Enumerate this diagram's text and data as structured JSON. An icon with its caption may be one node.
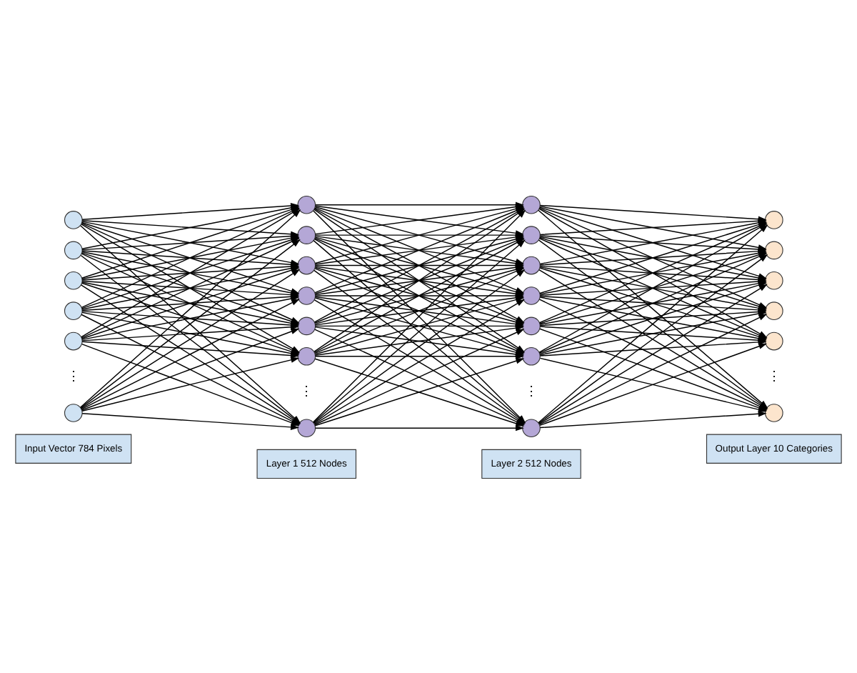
{
  "diagram": {
    "nodes": [
      {
        "text": [],
        "shape": "circle"
      },
      {
        "text": [],
        "shape": "circle"
      },
      {
        "text": [],
        "shape": "circle"
      },
      {
        "text": [],
        "shape": "circle"
      },
      {
        "text": [],
        "shape": "circle"
      },
      {
        "text": [],
        "shape": "circle"
      },
      {
        "text": [],
        "shape": "circle"
      },
      {
        "text": [],
        "shape": "circle"
      },
      {
        "text": [],
        "shape": "circle"
      },
      {
        "text": [],
        "shape": "circle"
      },
      {
        "text": [],
        "shape": "circle"
      },
      {
        "text": [],
        "shape": "circle"
      },
      {
        "text": [],
        "shape": "circle"
      },
      {
        "text": [],
        "shape": "circle"
      },
      {
        "text": [],
        "shape": "circle"
      },
      {
        "text": [],
        "shape": "circle"
      },
      {
        "text": [],
        "shape": "circle"
      },
      {
        "text": [],
        "shape": "circle"
      },
      {
        "text": [],
        "shape": "circle"
      },
      {
        "text": [],
        "shape": "circle"
      },
      {
        "text": [],
        "shape": "circle"
      },
      {
        "text": [],
        "shape": "circle"
      },
      {
        "text": [],
        "shape": "circle"
      },
      {
        "text": [],
        "shape": "circle"
      },
      {
        "text": [],
        "shape": "circle"
      },
      {
        "text": [],
        "shape": "circle"
      },
      {
        "text": [
          "Input Vector 784 Pixels"
        ]
      },
      {
        "text": [
          "Layer 1 512 Nodes"
        ]
      },
      {
        "text": [
          "Layer 2 512 Nodes"
        ]
      },
      {
        "text": [
          "Output Layer 10 Categories"
        ]
      }
    ],
    "edges": [
      {
        "from": 0,
        "to": 6,
        "arrow": "to"
      },
      {
        "from": 0,
        "to": 7,
        "arrow": "to"
      },
      {
        "from": 0,
        "to": 8,
        "arrow": "to"
      },
      {
        "from": 0,
        "to": 9,
        "arrow": "to"
      },
      {
        "from": 0,
        "to": 10,
        "arrow": "to"
      },
      {
        "from": 0,
        "to": 11,
        "arrow": "to"
      },
      {
        "from": 0,
        "to": 12,
        "arrow": "to"
      },
      {
        "from": 1,
        "to": 6,
        "arrow": "to"
      },
      {
        "from": 1,
        "to": 7,
        "arrow": "to"
      },
      {
        "from": 1,
        "to": 8,
        "arrow": "to"
      },
      {
        "from": 1,
        "to": 9,
        "arrow": "to"
      },
      {
        "from": 1,
        "to": 10,
        "arrow": "to"
      },
      {
        "from": 1,
        "to": 11,
        "arrow": "to"
      },
      {
        "from": 1,
        "to": 12,
        "arrow": "to"
      },
      {
        "from": 2,
        "to": 6,
        "arrow": "to"
      },
      {
        "from": 2,
        "to": 7,
        "arrow": "to"
      },
      {
        "from": 2,
        "to": 8,
        "arrow": "to"
      },
      {
        "from": 2,
        "to": 9,
        "arrow": "to"
      },
      {
        "from": 2,
        "to": 10,
        "arrow": "to"
      },
      {
        "from": 2,
        "to": 11,
        "arrow": "to"
      },
      {
        "from": 2,
        "to": 12,
        "arrow": "to"
      },
      {
        "from": 3,
        "to": 6,
        "arrow": "to"
      },
      {
        "from": 3,
        "to": 7,
        "arrow": "to"
      },
      {
        "from": 3,
        "to": 8,
        "arrow": "to"
      },
      {
        "from": 3,
        "to": 9,
        "arrow": "to"
      },
      {
        "from": 3,
        "to": 10,
        "arrow": "to"
      },
      {
        "from": 3,
        "to": 11,
        "arrow": "to"
      },
      {
        "from": 3,
        "to": 12,
        "arrow": "to"
      },
      {
        "from": 4,
        "to": 6,
        "arrow": "to"
      },
      {
        "from": 4,
        "to": 7,
        "arrow": "to"
      },
      {
        "from": 4,
        "to": 8,
        "arrow": "to"
      },
      {
        "from": 4,
        "to": 9,
        "arrow": "to"
      },
      {
        "from": 4,
        "to": 10,
        "arrow": "to"
      },
      {
        "from": 4,
        "to": 11,
        "arrow": "to"
      },
      {
        "from": 4,
        "to": 12,
        "arrow": "to"
      },
      {
        "from": 5,
        "to": 6,
        "arrow": "to"
      },
      {
        "from": 5,
        "to": 7,
        "arrow": "to"
      },
      {
        "from": 5,
        "to": 8,
        "arrow": "to"
      },
      {
        "from": 5,
        "to": 9,
        "arrow": "to"
      },
      {
        "from": 5,
        "to": 10,
        "arrow": "to"
      },
      {
        "from": 5,
        "to": 11,
        "arrow": "to"
      },
      {
        "from": 5,
        "to": 12,
        "arrow": "to"
      },
      {
        "from": 6,
        "to": 13,
        "arrow": "to"
      },
      {
        "from": 6,
        "to": 14,
        "arrow": "to"
      },
      {
        "from": 6,
        "to": 15,
        "arrow": "to"
      },
      {
        "from": 6,
        "to": 16,
        "arrow": "to"
      },
      {
        "from": 6,
        "to": 17,
        "arrow": "to"
      },
      {
        "from": 6,
        "to": 18,
        "arrow": "to"
      },
      {
        "from": 6,
        "to": 19,
        "arrow": "to"
      },
      {
        "from": 7,
        "to": 13,
        "arrow": "to"
      },
      {
        "from": 7,
        "to": 14,
        "arrow": "to"
      },
      {
        "from": 7,
        "to": 15,
        "arrow": "to"
      },
      {
        "from": 7,
        "to": 16,
        "arrow": "to"
      },
      {
        "from": 7,
        "to": 17,
        "arrow": "to"
      },
      {
        "from": 7,
        "to": 18,
        "arrow": "to"
      },
      {
        "from": 7,
        "to": 19,
        "arrow": "to"
      },
      {
        "from": 8,
        "to": 13,
        "arrow": "to"
      },
      {
        "from": 8,
        "to": 14,
        "arrow": "to"
      },
      {
        "from": 8,
        "to": 15,
        "arrow": "to"
      },
      {
        "from": 8,
        "to": 16,
        "arrow": "to"
      },
      {
        "from": 8,
        "to": 17,
        "arrow": "to"
      },
      {
        "from": 8,
        "to": 18,
        "arrow": "to"
      },
      {
        "from": 8,
        "to": 19,
        "arrow": "to"
      },
      {
        "from": 9,
        "to": 13,
        "arrow": "to"
      },
      {
        "from": 9,
        "to": 14,
        "arrow": "to"
      },
      {
        "from": 9,
        "to": 15,
        "arrow": "to"
      },
      {
        "from": 9,
        "to": 16,
        "arrow": "to"
      },
      {
        "from": 9,
        "to": 17,
        "arrow": "to"
      },
      {
        "from": 9,
        "to": 18,
        "arrow": "to"
      },
      {
        "from": 9,
        "to": 19,
        "arrow": "to"
      },
      {
        "from": 10,
        "to": 13,
        "arrow": "to"
      },
      {
        "from": 10,
        "to": 14,
        "arrow": "to"
      },
      {
        "from": 10,
        "to": 15,
        "arrow": "to"
      },
      {
        "from": 10,
        "to": 16,
        "arrow": "to"
      },
      {
        "from": 10,
        "to": 17,
        "arrow": "to"
      },
      {
        "from": 10,
        "to": 18,
        "arrow": "to"
      },
      {
        "from": 10,
        "to": 19,
        "arrow": "to"
      },
      {
        "from": 11,
        "to": 13,
        "arrow": "to"
      },
      {
        "from": 11,
        "to": 14,
        "arrow": "to"
      },
      {
        "from": 11,
        "to": 15,
        "arrow": "to"
      },
      {
        "from": 11,
        "to": 16,
        "arrow": "to"
      },
      {
        "from": 11,
        "to": 17,
        "arrow": "to"
      },
      {
        "from": 11,
        "to": 18,
        "arrow": "to"
      },
      {
        "from": 11,
        "to": 19,
        "arrow": "to"
      },
      {
        "from": 12,
        "to": 13,
        "arrow": "to"
      },
      {
        "from": 12,
        "to": 14,
        "arrow": "to"
      },
      {
        "from": 12,
        "to": 15,
        "arrow": "to"
      },
      {
        "from": 12,
        "to": 16,
        "arrow": "to"
      },
      {
        "from": 12,
        "to": 17,
        "arrow": "to"
      },
      {
        "from": 12,
        "to": 18,
        "arrow": "to"
      },
      {
        "from": 12,
        "to": 19,
        "arrow": "to"
      },
      {
        "from": 13,
        "to": 20,
        "arrow": "to"
      },
      {
        "from": 13,
        "to": 21,
        "arrow": "to"
      },
      {
        "from": 13,
        "to": 22,
        "arrow": "to"
      },
      {
        "from": 13,
        "to": 23,
        "arrow": "to"
      },
      {
        "from": 13,
        "to": 24,
        "arrow": "to"
      },
      {
        "from": 13,
        "to": 25,
        "arrow": "to"
      },
      {
        "from": 14,
        "to": 20,
        "arrow": "to"
      },
      {
        "from": 14,
        "to": 21,
        "arrow": "to"
      },
      {
        "from": 14,
        "to": 22,
        "arrow": "to"
      },
      {
        "from": 14,
        "to": 23,
        "arrow": "to"
      },
      {
        "from": 14,
        "to": 24,
        "arrow": "to"
      },
      {
        "from": 14,
        "to": 25,
        "arrow": "to"
      },
      {
        "from": 15,
        "to": 20,
        "arrow": "to"
      },
      {
        "from": 15,
        "to": 21,
        "arrow": "to"
      },
      {
        "from": 15,
        "to": 22,
        "arrow": "to"
      },
      {
        "from": 15,
        "to": 23,
        "arrow": "to"
      },
      {
        "from": 15,
        "to": 24,
        "arrow": "to"
      },
      {
        "from": 15,
        "to": 25,
        "arrow": "to"
      },
      {
        "from": 16,
        "to": 20,
        "arrow": "to"
      },
      {
        "from": 16,
        "to": 21,
        "arrow": "to"
      },
      {
        "from": 16,
        "to": 22,
        "arrow": "to"
      },
      {
        "from": 16,
        "to": 23,
        "arrow": "to"
      },
      {
        "from": 16,
        "to": 24,
        "arrow": "to"
      },
      {
        "from": 16,
        "to": 25,
        "arrow": "to"
      },
      {
        "from": 17,
        "to": 20,
        "arrow": "to"
      },
      {
        "from": 17,
        "to": 21,
        "arrow": "to"
      },
      {
        "from": 17,
        "to": 22,
        "arrow": "to"
      },
      {
        "from": 17,
        "to": 23,
        "arrow": "to"
      },
      {
        "from": 17,
        "to": 24,
        "arrow": "to"
      },
      {
        "from": 17,
        "to": 25,
        "arrow": "to"
      },
      {
        "from": 18,
        "to": 20,
        "arrow": "to"
      },
      {
        "from": 18,
        "to": 21,
        "arrow": "to"
      },
      {
        "from": 18,
        "to": 22,
        "arrow": "to"
      },
      {
        "from": 18,
        "to": 23,
        "arrow": "to"
      },
      {
        "from": 18,
        "to": 24,
        "arrow": "to"
      },
      {
        "from": 18,
        "to": 25,
        "arrow": "to"
      },
      {
        "from": 19,
        "to": 20,
        "arrow": "to"
      },
      {
        "from": 19,
        "to": 21,
        "arrow": "to"
      },
      {
        "from": 19,
        "to": 22,
        "arrow": "to"
      },
      {
        "from": 19,
        "to": 23,
        "arrow": "to"
      },
      {
        "from": 19,
        "to": 24,
        "arrow": "to"
      },
      {
        "from": 19,
        "to": 25,
        "arrow": "to"
      }
    ],
    "labels": [
      "⋮",
      "⋮",
      "⋮",
      "⋮"
    ]
  }
}
